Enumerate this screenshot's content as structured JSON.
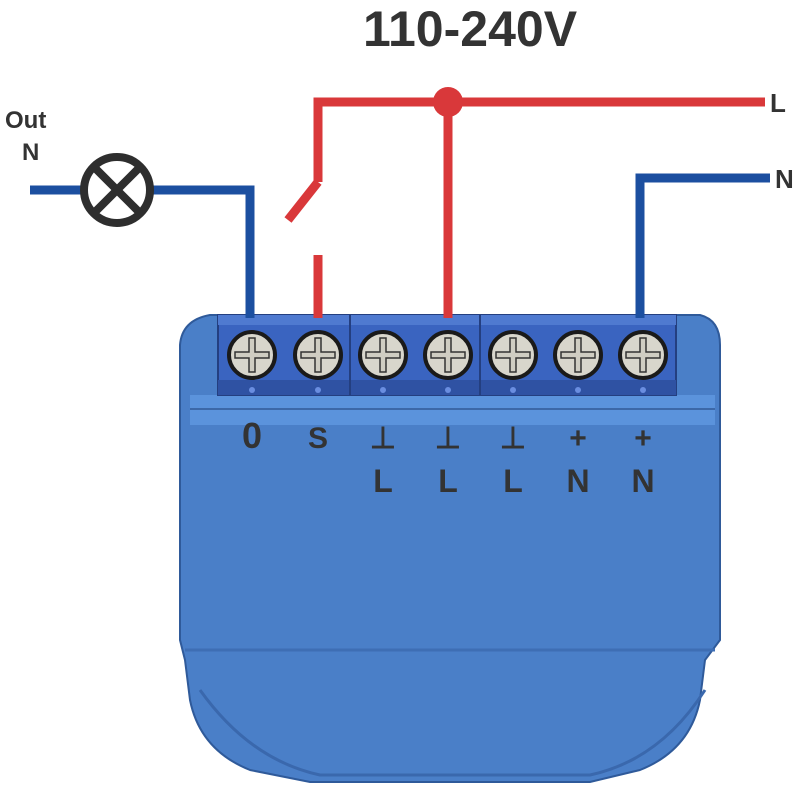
{
  "title": "110-240V",
  "wires": {
    "left_label_top": "Out",
    "left_label_bottom": "N",
    "line_label": "L",
    "neutral_label": "N"
  },
  "terminals": [
    {
      "top": "0",
      "bottom": ""
    },
    {
      "top": "S",
      "bottom": ""
    },
    {
      "top": "⊥",
      "bottom": "L"
    },
    {
      "top": "⊥",
      "bottom": "L"
    },
    {
      "top": "⊥",
      "bottom": "L"
    },
    {
      "top": "+",
      "bottom": "N"
    },
    {
      "top": "+",
      "bottom": "N"
    }
  ],
  "colors": {
    "live": "#d9383a",
    "neutral": "#1c4fa0",
    "body": "#4a7fc8",
    "strip": "#3a64c0"
  }
}
